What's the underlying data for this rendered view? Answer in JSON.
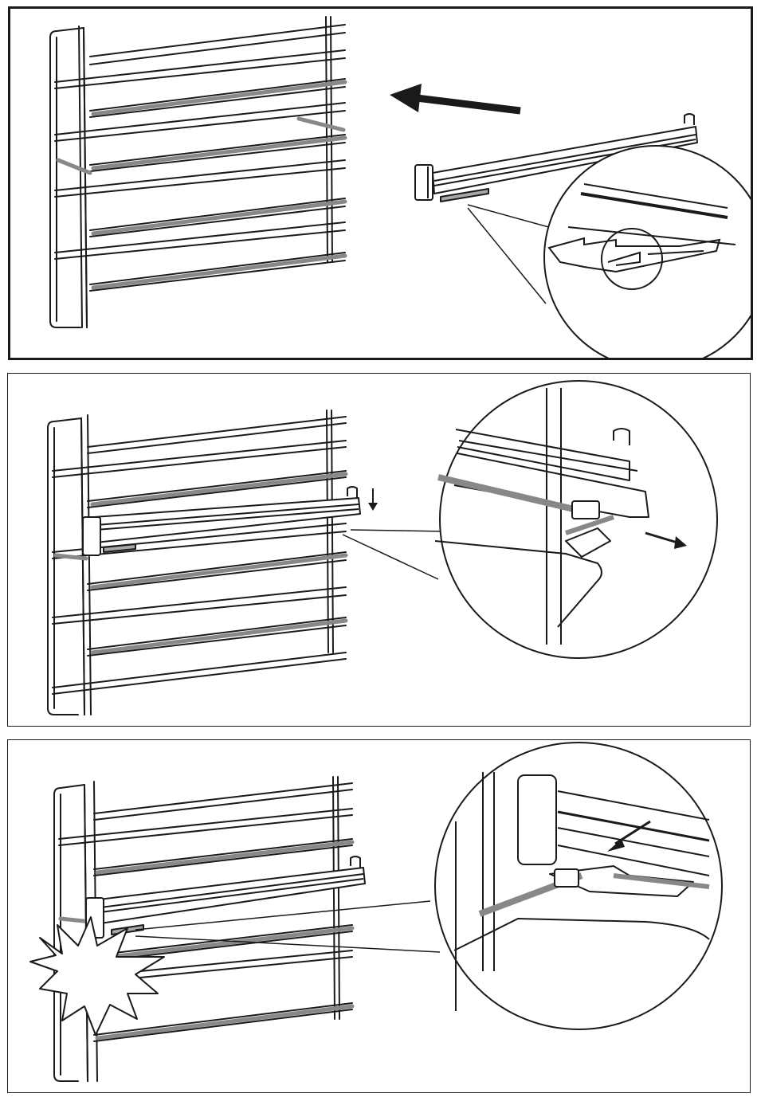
{
  "document": {
    "panels": [
      {
        "id": "step-1",
        "description_icon": "insert-runner-arrow-icon"
      },
      {
        "id": "step-2",
        "description_icon": "press-down-arrow-icon"
      },
      {
        "id": "step-3",
        "description_icon": "click-burst-icon"
      }
    ]
  },
  "colors": {
    "line": "#1a1a1a",
    "rail_fill": "#a8a8a8",
    "background": "#ffffff"
  }
}
